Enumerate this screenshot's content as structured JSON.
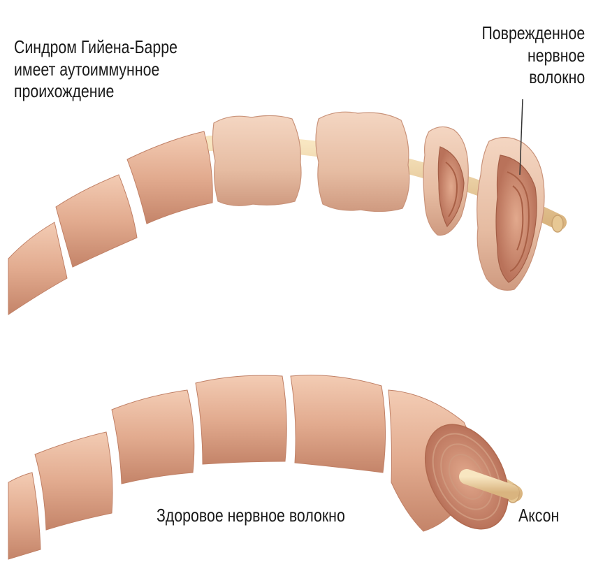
{
  "labels": {
    "guillain_barre": [
      "Синдром Гийена-Барре",
      "имеет аутоиммунное",
      "проихождение"
    ],
    "damaged_fiber": [
      "Поврежденное",
      "нервное",
      "волокно"
    ],
    "healthy_fiber": "Здоровое нервное волокно",
    "axon": "Аксон"
  },
  "colors": {
    "myelin": "#e8b99d",
    "myelin_shade": "#c98d74",
    "damaged_myelin": "#e9c4ad",
    "axon": "#efd6a6",
    "cut_layers": "#b86a4f"
  }
}
